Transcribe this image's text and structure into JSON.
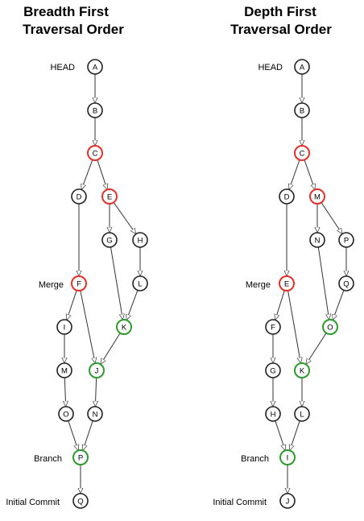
{
  "colors": {
    "default_stroke": "#222222",
    "red_stroke": "#e0302a",
    "green_stroke": "#2e9a2e",
    "edge": "#333333",
    "node_fill": "#ffffff"
  },
  "diagrams": [
    {
      "title_line1": "Breadth First",
      "title_line2": "Traversal Order",
      "labels": {
        "head": "HEAD",
        "merge": "Merge",
        "branch": "Branch",
        "initial": "Initial Commit"
      },
      "nodes": [
        {
          "id": "A",
          "status": "default"
        },
        {
          "id": "B",
          "status": "default"
        },
        {
          "id": "C",
          "status": "red"
        },
        {
          "id": "D",
          "status": "default"
        },
        {
          "id": "E",
          "status": "red"
        },
        {
          "id": "G",
          "status": "default"
        },
        {
          "id": "H",
          "status": "default"
        },
        {
          "id": "L",
          "status": "default"
        },
        {
          "id": "F",
          "status": "red"
        },
        {
          "id": "K",
          "status": "green"
        },
        {
          "id": "I",
          "status": "default"
        },
        {
          "id": "J",
          "status": "green"
        },
        {
          "id": "M",
          "status": "default"
        },
        {
          "id": "O",
          "status": "default"
        },
        {
          "id": "N",
          "status": "default"
        },
        {
          "id": "P",
          "status": "green"
        },
        {
          "id": "Q",
          "status": "default"
        }
      ],
      "edges": [
        [
          "A",
          "B"
        ],
        [
          "B",
          "C"
        ],
        [
          "C",
          "D"
        ],
        [
          "C",
          "E"
        ],
        [
          "E",
          "G"
        ],
        [
          "E",
          "H"
        ],
        [
          "H",
          "L"
        ],
        [
          "D",
          "F"
        ],
        [
          "G",
          "K"
        ],
        [
          "L",
          "K"
        ],
        [
          "F",
          "I"
        ],
        [
          "F",
          "J"
        ],
        [
          "K",
          "J"
        ],
        [
          "I",
          "M"
        ],
        [
          "M",
          "O"
        ],
        [
          "J",
          "N"
        ],
        [
          "O",
          "P"
        ],
        [
          "N",
          "P"
        ],
        [
          "P",
          "Q"
        ]
      ]
    },
    {
      "title_line1": "Depth First",
      "title_line2": "Traversal Order",
      "labels": {
        "head": "HEAD",
        "merge": "Merge",
        "branch": "Branch",
        "initial": "Initial Commit"
      },
      "nodes": [
        {
          "id": "A",
          "status": "default"
        },
        {
          "id": "B",
          "status": "default"
        },
        {
          "id": "C",
          "status": "red"
        },
        {
          "id": "D",
          "status": "default"
        },
        {
          "id": "M",
          "status": "red"
        },
        {
          "id": "N",
          "status": "default"
        },
        {
          "id": "P",
          "status": "default"
        },
        {
          "id": "Q",
          "status": "default"
        },
        {
          "id": "E",
          "status": "red"
        },
        {
          "id": "O",
          "status": "green"
        },
        {
          "id": "F",
          "status": "default"
        },
        {
          "id": "K",
          "status": "green"
        },
        {
          "id": "G",
          "status": "default"
        },
        {
          "id": "H",
          "status": "default"
        },
        {
          "id": "L",
          "status": "default"
        },
        {
          "id": "I",
          "status": "green"
        },
        {
          "id": "J",
          "status": "default"
        }
      ],
      "edges": [
        [
          "A",
          "B"
        ],
        [
          "B",
          "C"
        ],
        [
          "C",
          "D"
        ],
        [
          "C",
          "M"
        ],
        [
          "M",
          "N"
        ],
        [
          "M",
          "P"
        ],
        [
          "P",
          "Q"
        ],
        [
          "D",
          "E"
        ],
        [
          "N",
          "O"
        ],
        [
          "Q",
          "O"
        ],
        [
          "E",
          "F"
        ],
        [
          "E",
          "K"
        ],
        [
          "O",
          "K"
        ],
        [
          "F",
          "G"
        ],
        [
          "G",
          "H"
        ],
        [
          "K",
          "L"
        ],
        [
          "H",
          "I"
        ],
        [
          "L",
          "I"
        ],
        [
          "I",
          "J"
        ]
      ]
    }
  ]
}
